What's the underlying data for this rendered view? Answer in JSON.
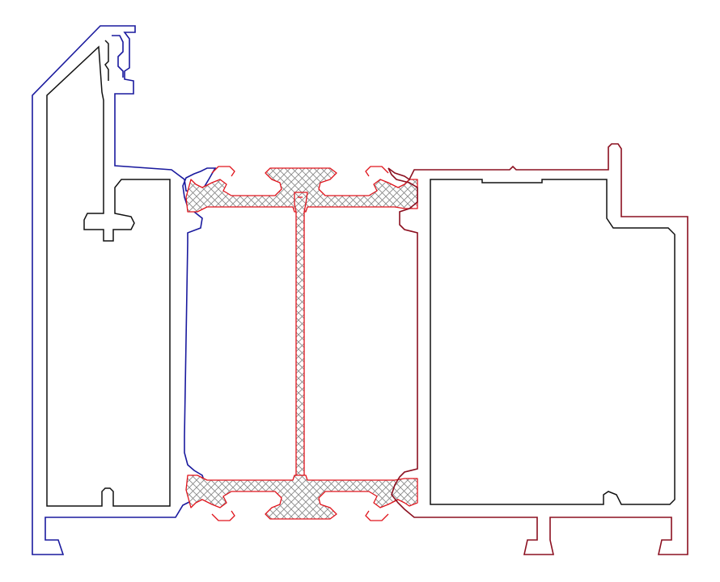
{
  "figure": {
    "kind": "aluminium profile cross-section with thermal break",
    "colors": {
      "frame_outline": "#1a1a9e",
      "inner_chambers": "#111111",
      "thermal_break": "#e0141c",
      "sash_outline": "#8c1020",
      "hatch": "#8a8a8a"
    },
    "parts": [
      "frame-profile",
      "thermal-break-top",
      "thermal-break-bottom",
      "thermal-break-web",
      "sash-profile"
    ]
  }
}
